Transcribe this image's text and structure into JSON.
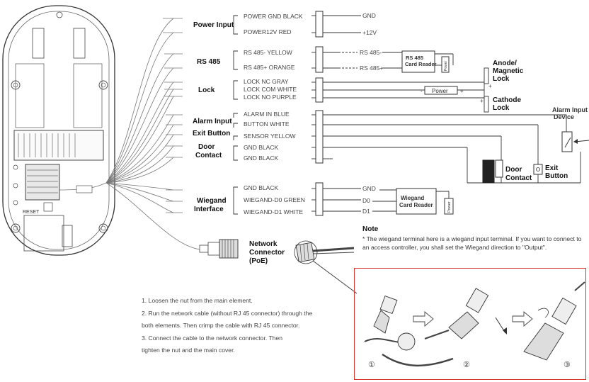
{
  "groups": {
    "power": "Power Input",
    "rs485": "RS 485",
    "lock": "Lock",
    "alarm": "Alarm Input",
    "exit": "Exit Button",
    "door": "Door Contact",
    "wiegand": "Wiegand Interface",
    "network": "Network Connector (PoE)"
  },
  "wires": {
    "power_gnd": "POWER GND BLACK",
    "power_12v": "POWER12V RED",
    "rs485_minus": "RS 485- YELLOW",
    "rs485_plus": "RS 485+ ORANGE",
    "lock_nc": "LOCK NC GRAY",
    "lock_com": "LOCK COM WHITE",
    "lock_no": "LOCK NO PURPLE",
    "alarm_in": "ALARM IN BLUE",
    "button": "BUTTON WHITE",
    "sensor": "SENSOR YELLOW",
    "gnd1": "GND BLACK",
    "gnd2": "GND BLACK",
    "w_gnd": "GND BLACK",
    "w_d0": "WIEGAND-D0 GREEN",
    "w_d1": "WIEGAND-D1 WHITE"
  },
  "terminals": {
    "gnd": "GND",
    "v12": "+12V",
    "rs485_minus": "RS 485-",
    "rs485_plus": "RS 485+",
    "w_gnd": "GND",
    "w_d0": "D0",
    "w_d1": "D1"
  },
  "devices": {
    "rs485_reader": "RS 485 Card Reader",
    "power": "Power",
    "anode_lock": "Anode/ Magnetic Lock",
    "cathode_lock": "Cathode Lock",
    "alarm_device": "Alarm Input Device",
    "door_contact": "Door Contact",
    "exit_button": "Exit Button",
    "wiegand_reader": "Wiegand Card Reader",
    "plus": "+",
    "minus": "-"
  },
  "device_labels": {
    "reset": "RESET"
  },
  "note": {
    "title": "Note",
    "text": "* The wiegand terminal here is a wiegand input terminal. If you want to connect to an access controller, you shall set the Wiegand direction to \"Output\"."
  },
  "steps": [
    "1. Loosen the nut from the main element.",
    "2. Run the network cable (without RJ 45 connector) through the",
    "both elements. Then crimp the cable with RJ 45 connector.",
    "3. Connect the cable to the network connector. Then",
    "tighten the nut and the main cover."
  ],
  "inset_steps": [
    "①",
    "②",
    "③"
  ],
  "colors": {
    "inset_border": "#d9322b",
    "line": "#333333"
  }
}
